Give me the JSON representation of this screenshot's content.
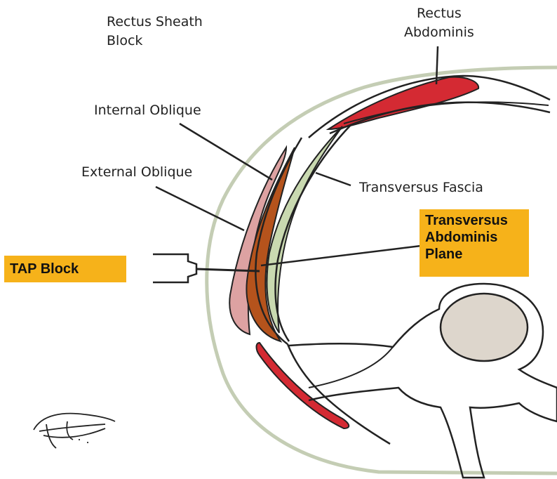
{
  "labels": {
    "rectus_sheath_block": [
      "Rectus Sheath",
      "Block"
    ],
    "rectus_abdominis": [
      "Rectus",
      "Abdominis"
    ],
    "internal_oblique": "Internal Oblique",
    "external_oblique": "External Oblique",
    "transversus_fascia": "Transversus Fascia"
  },
  "callouts": {
    "tap_block": "TAP Block",
    "tap_plane": [
      "Transversus",
      "Abdominis",
      "Plane"
    ]
  },
  "colors": {
    "callout_fill": "#f6b21a",
    "rectus_abdominis": "#d42a33",
    "external_oblique": "#dda2a2",
    "internal_oblique": "#b5531c",
    "transversus_abdominis": "#c9d9b0",
    "skin_outline": "#c4cdb4",
    "vertebral_body": "#ddd6cc"
  }
}
